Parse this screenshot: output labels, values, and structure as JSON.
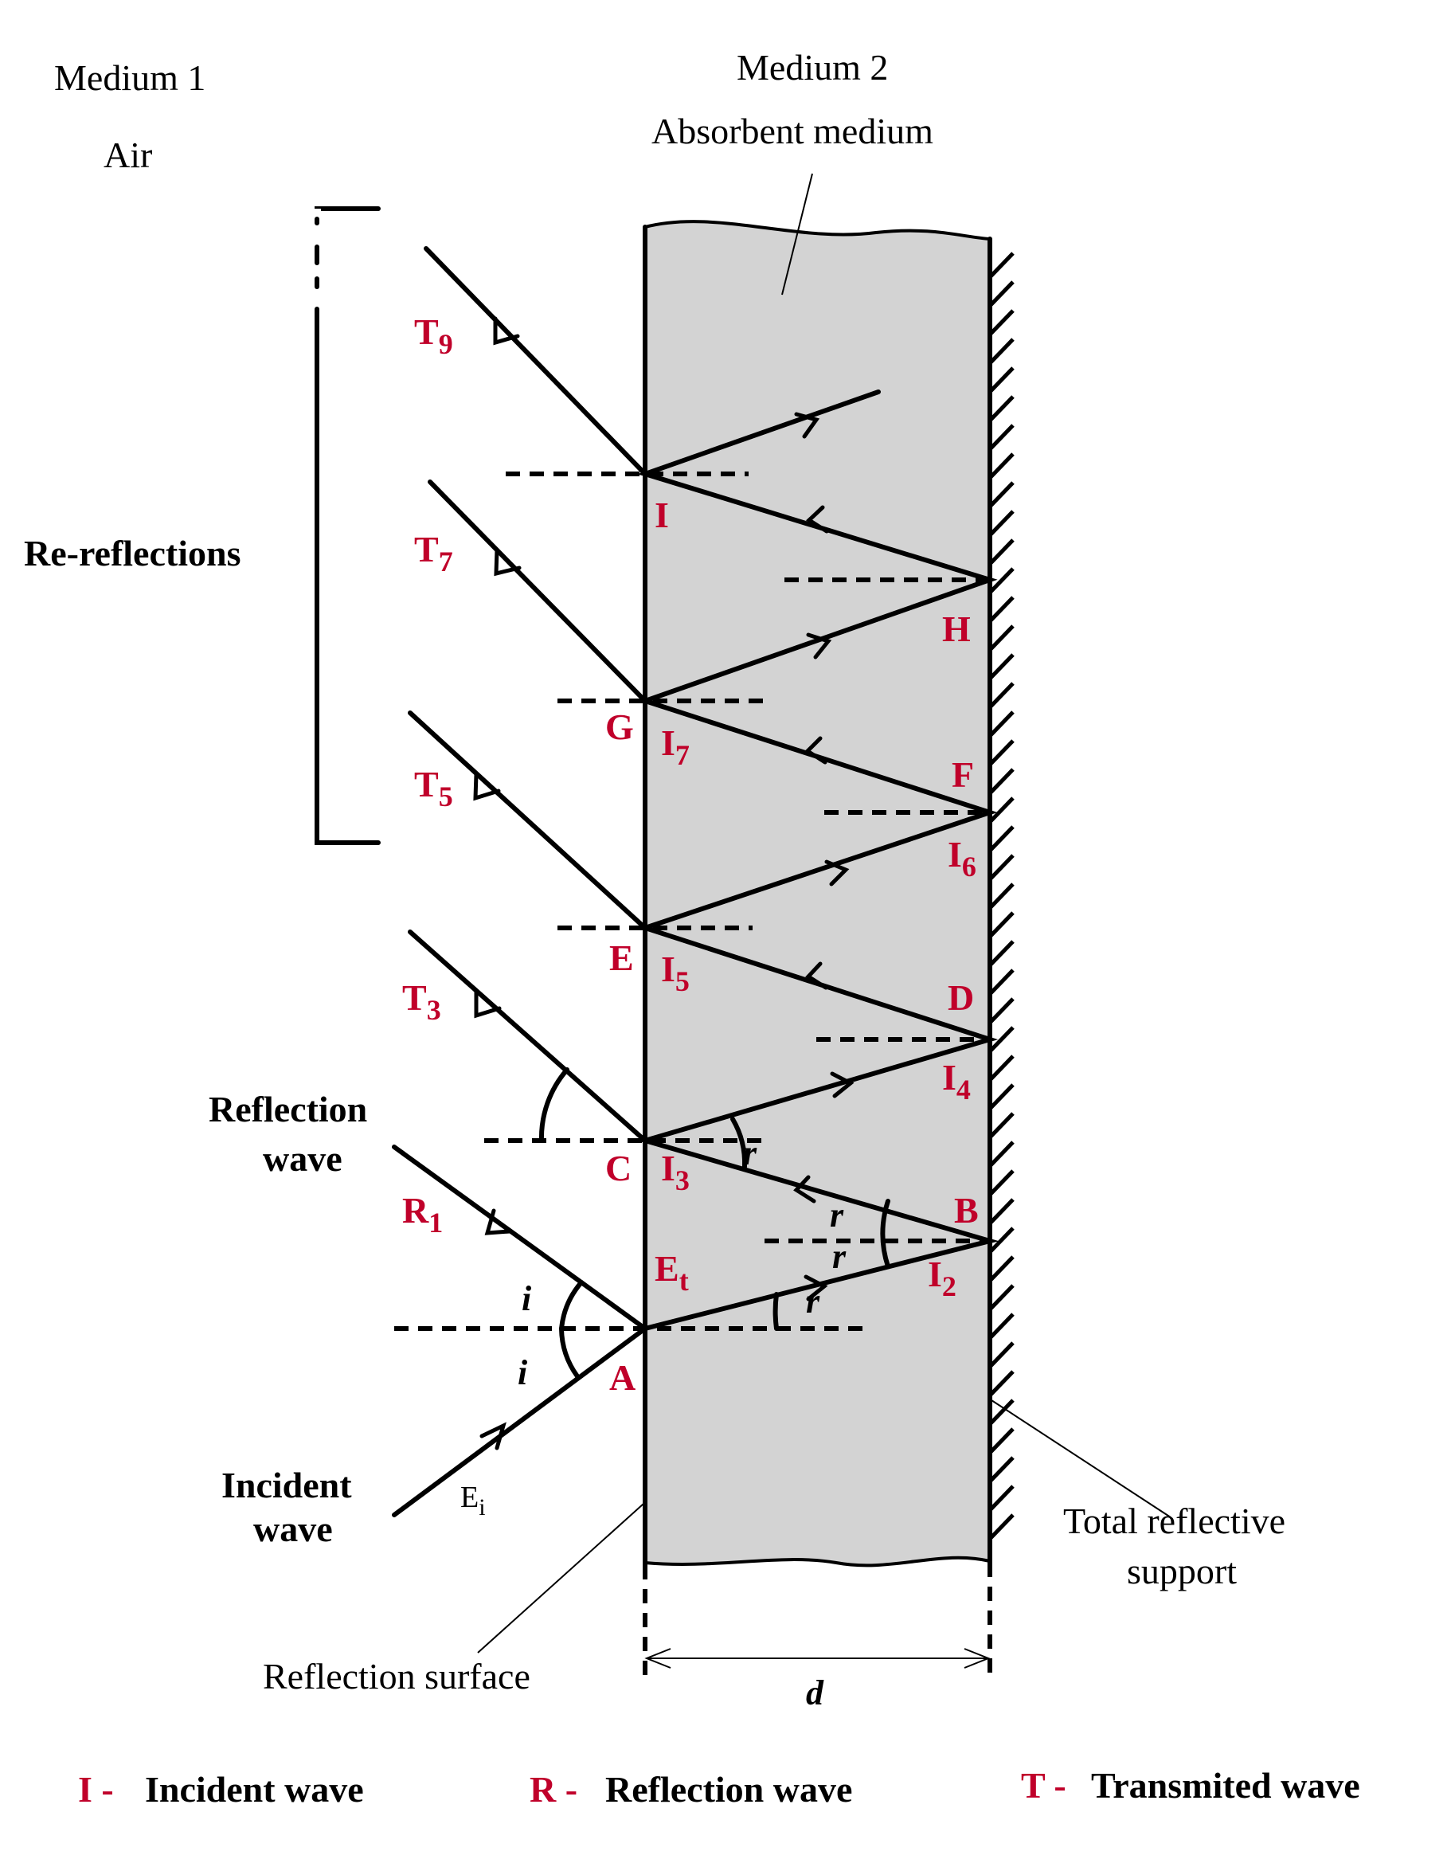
{
  "labels": {
    "medium1": "Medium 1",
    "air": "Air",
    "medium2": "Medium 2",
    "absorbent": "Absorbent medium",
    "re_reflections": "Re-reflections",
    "reflection_wave_1": "Reflection",
    "reflection_wave_2": "wave",
    "incident_wave_1": "Incident",
    "incident_wave_2": "wave",
    "total_reflective_1": "Total reflective",
    "total_reflective_2": "support",
    "reflection_surface": "Reflection surface",
    "thickness": "d",
    "angle_i": "i",
    "angle_r": "r"
  },
  "points": {
    "A": "A",
    "B": "B",
    "C": "C",
    "D": "D",
    "E": "E",
    "F": "F",
    "G": "G",
    "H": "H",
    "I": "I"
  },
  "rays": {
    "T9": {
      "main": "T",
      "sub": "9"
    },
    "T7": {
      "main": "T",
      "sub": "7"
    },
    "T5": {
      "main": "T",
      "sub": "5"
    },
    "T3": {
      "main": "T",
      "sub": "3"
    },
    "R1": {
      "main": "R",
      "sub": "1"
    },
    "Ei": {
      "main": "E",
      "sub": "i"
    },
    "Et": {
      "main": "E",
      "sub": "t"
    },
    "I2": {
      "main": "I",
      "sub": "2"
    },
    "I3": {
      "main": "I",
      "sub": "3"
    },
    "I4": {
      "main": "I",
      "sub": "4"
    },
    "I5": {
      "main": "I",
      "sub": "5"
    },
    "I6": {
      "main": "I",
      "sub": "6"
    },
    "I7": {
      "main": "I",
      "sub": "7"
    }
  },
  "legend": [
    {
      "key": "I -",
      "text": "Incident wave"
    },
    {
      "key": "R -",
      "text": "Reflection wave"
    },
    {
      "key": "T -",
      "text": "Transmited wave"
    }
  ],
  "colors": {
    "label_red": "#c0002a",
    "medium_fill": "#d3d3d3"
  }
}
